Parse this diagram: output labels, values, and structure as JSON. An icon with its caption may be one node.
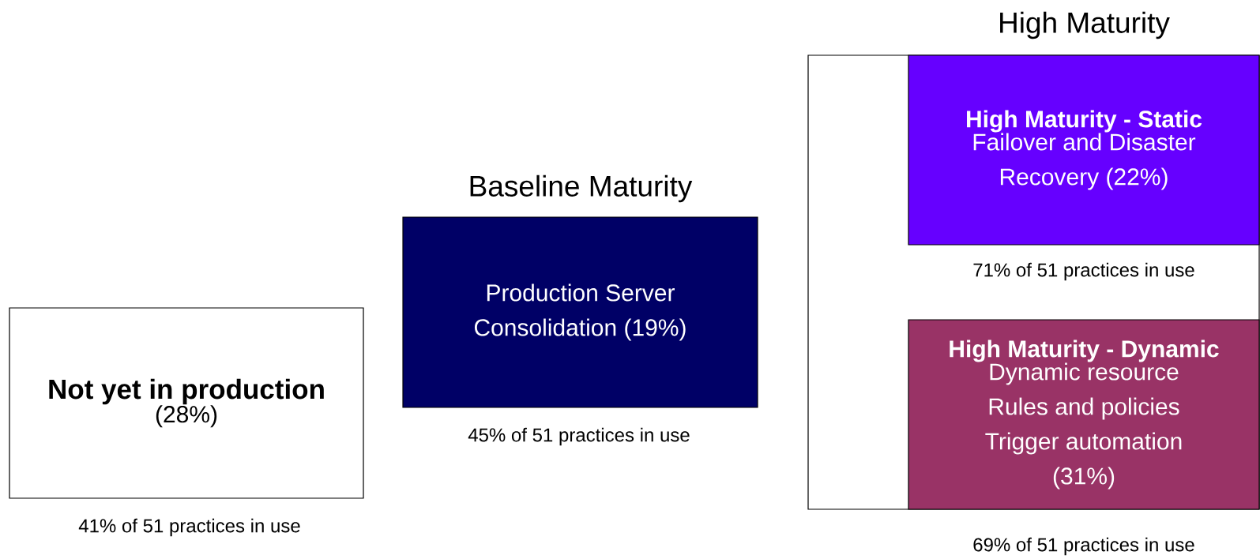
{
  "diagram": {
    "nodes": [
      {
        "text": [
          "Not yet in production",
          "(28%)"
        ],
        "beside": [
          "41% of 51 practices in use"
        ]
      },
      {
        "text": [
          "Baseline Maturity",
          "Production Server Consolidation (19%)"
        ],
        "beside": [
          "45% of 51 practices in use"
        ]
      },
      {
        "text": [
          "High Maturity"
        ],
        "beside": [
          "69% of 51 practices in use"
        ]
      },
      {
        "text": [
          "High Maturity - Static",
          "Failover and Disaster Recovery (22%)"
        ],
        "in": 2,
        "beside": [
          "71% of 51 practices in use"
        ]
      },
      {
        "text": [
          "High Maturity - Dynamic",
          "Dynamic resource Rules and policies Trigger automation (31%)"
        ],
        "in": 2
      }
    ]
  }
}
